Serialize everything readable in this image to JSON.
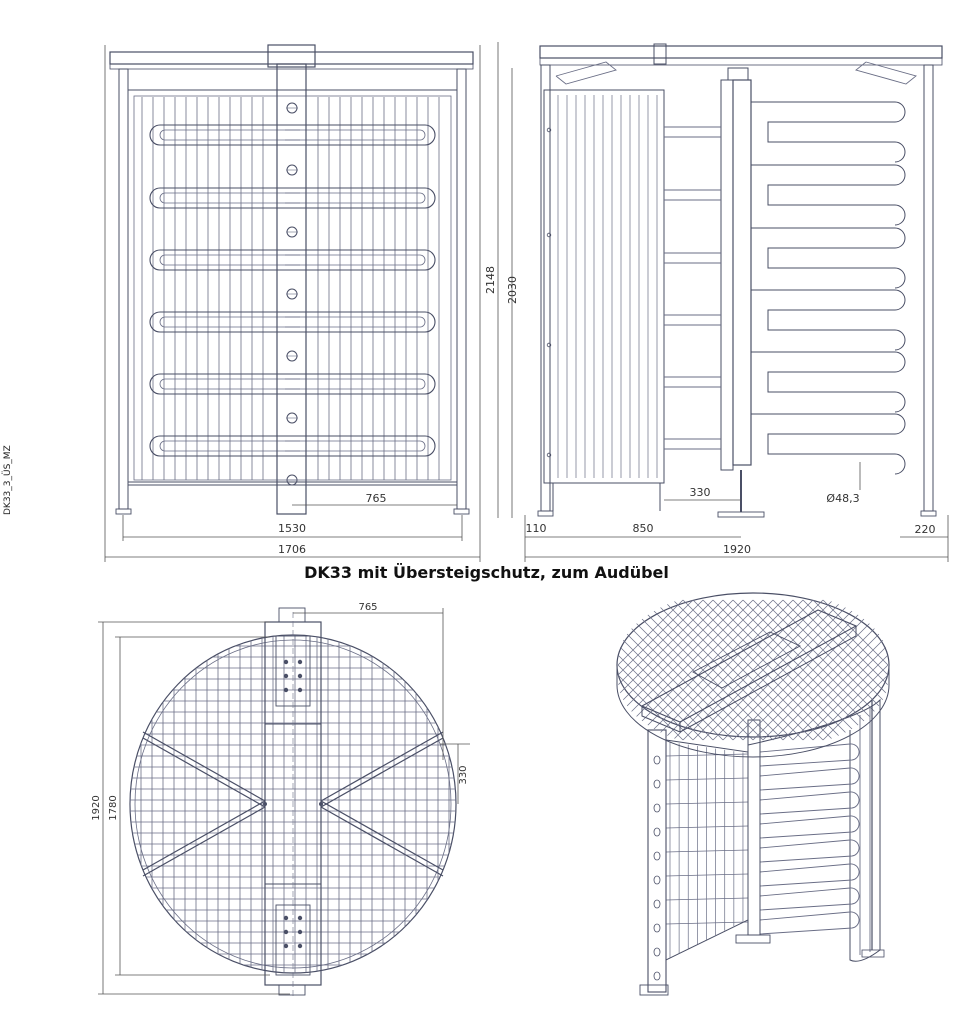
{
  "caption": "DK33 mit Übersteigschutz, zum Audübel",
  "drawing_code": "DK33_3_ÜS_MZ",
  "front_view": {
    "dim_overall_width": "1706",
    "dim_post_span": "1530",
    "dim_half_width": "765"
  },
  "side_view": {
    "dim_total_height": "2148",
    "dim_passage_height": "2030",
    "dim_total_depth": "1920",
    "dim_foot_offset": "110",
    "dim_gate_depth": "850",
    "dim_rotor_offset": "330",
    "dim_tube_diameter": "Ø48,3",
    "dim_foot_right": "220"
  },
  "top_view": {
    "dim_half_width": "765",
    "dim_rotor_offset": "330",
    "dim_outer_diameter": "1920",
    "dim_inner_diameter": "1780"
  }
}
